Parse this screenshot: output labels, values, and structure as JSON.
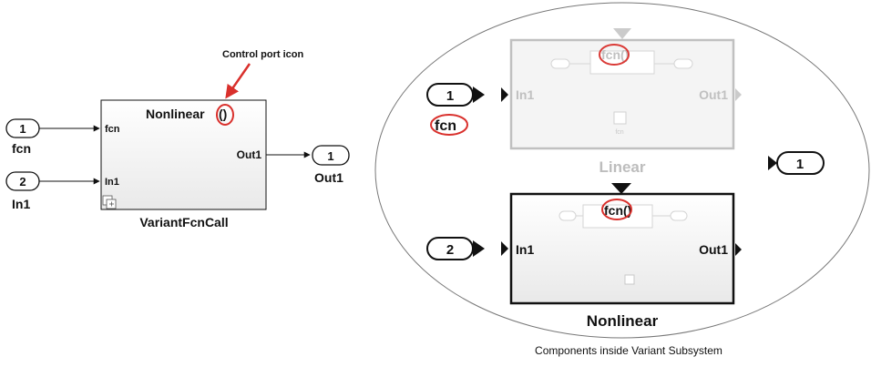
{
  "callout": {
    "label": "Control port icon"
  },
  "left_model": {
    "inports": [
      {
        "number": "1",
        "name": "fcn"
      },
      {
        "number": "2",
        "name": "In1"
      }
    ],
    "block": {
      "title": "Nonlinear",
      "port_icon": "()",
      "in_ports": [
        "fcn",
        "In1"
      ],
      "out_port": "Out1",
      "name": "VariantFcnCall"
    },
    "outport": {
      "number": "1",
      "name": "Out1"
    }
  },
  "variant_view": {
    "caption": "Components inside Variant Subsystem",
    "inports": [
      {
        "number": "1",
        "name": "fcn"
      },
      {
        "number": "2",
        "name": ""
      }
    ],
    "outport": {
      "number": "1"
    },
    "linear_block": {
      "name": "Linear",
      "fcn_label": "fcn()",
      "in_port": "In1",
      "out_port": "Out1",
      "small_label": "fcn",
      "state": "inactive"
    },
    "nonlinear_block": {
      "name": "Nonlinear",
      "fcn_label": "fcn()",
      "in_port": "In1",
      "out_port": "Out1",
      "state": "active"
    }
  },
  "colors": {
    "highlight": "#d9302c",
    "inactive": "#bdbdbd",
    "active": "#111111"
  }
}
